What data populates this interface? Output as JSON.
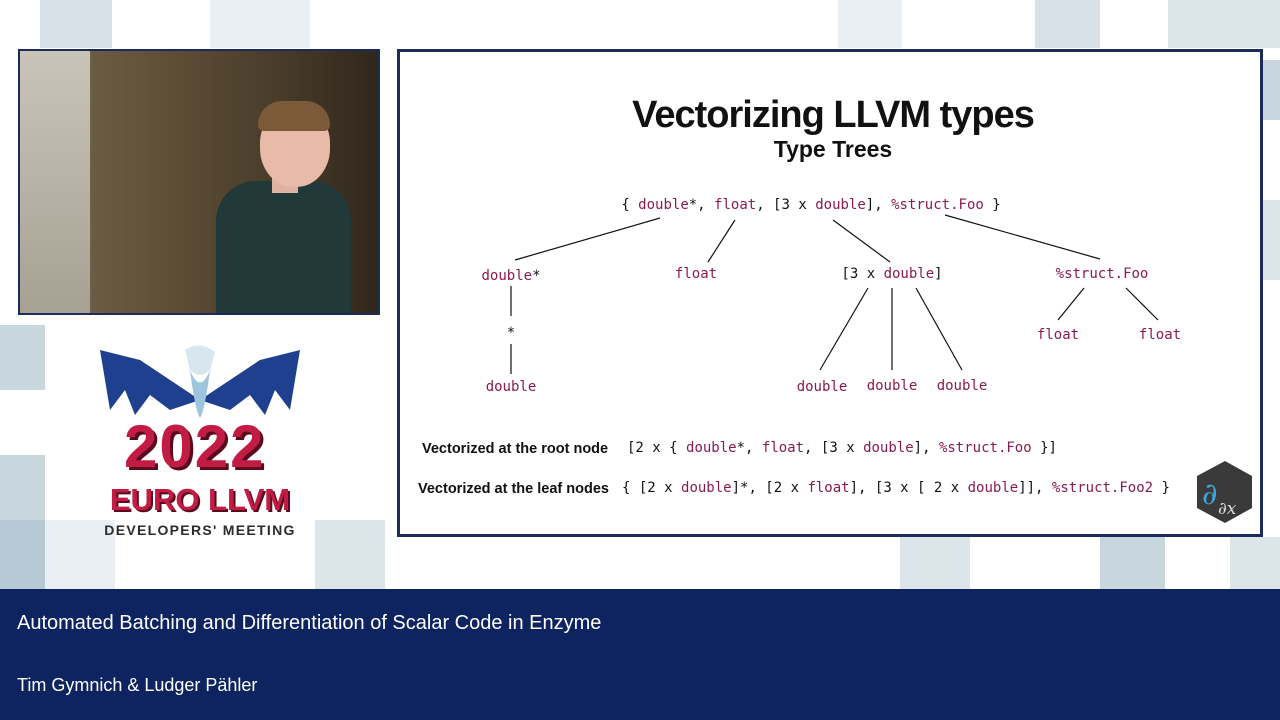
{
  "slide": {
    "title": "Vectorizing LLVM types",
    "subtitle": "Type Trees",
    "root_type": [
      {
        "t": "{ ",
        "c": "pl"
      },
      {
        "t": "double",
        "c": "kw"
      },
      {
        "t": "*, ",
        "c": "pl"
      },
      {
        "t": "float",
        "c": "kw"
      },
      {
        "t": ", [3 x ",
        "c": "pl"
      },
      {
        "t": "double",
        "c": "kw"
      },
      {
        "t": "], ",
        "c": "pl"
      },
      {
        "t": "%struct.Foo",
        "c": "kw"
      },
      {
        "t": " }",
        "c": "pl"
      }
    ],
    "nodes": {
      "ptr": [
        {
          "t": "double",
          "c": "kw"
        },
        {
          "t": "*",
          "c": "pl"
        }
      ],
      "float": [
        {
          "t": "float",
          "c": "kw"
        }
      ],
      "array": [
        {
          "t": "[3 x ",
          "c": "pl"
        },
        {
          "t": "double",
          "c": "kw"
        },
        {
          "t": "]",
          "c": "pl"
        }
      ],
      "struct": [
        {
          "t": "%struct.Foo",
          "c": "kw"
        }
      ],
      "deref": [
        {
          "t": "*",
          "c": "pl"
        }
      ],
      "ptr_leaf": [
        {
          "t": "double",
          "c": "kw"
        }
      ],
      "arr_leaf_1": [
        {
          "t": "double",
          "c": "kw"
        }
      ],
      "arr_leaf_2": [
        {
          "t": "double",
          "c": "kw"
        }
      ],
      "arr_leaf_3": [
        {
          "t": "double",
          "c": "kw"
        }
      ],
      "struct_leaf_1": [
        {
          "t": "float",
          "c": "kw"
        }
      ],
      "struct_leaf_2": [
        {
          "t": "float",
          "c": "kw"
        }
      ]
    },
    "root_vec_label": "Vectorized at the root node",
    "root_vec": [
      {
        "t": "[2 x { ",
        "c": "pl"
      },
      {
        "t": "double",
        "c": "kw"
      },
      {
        "t": "*, ",
        "c": "pl"
      },
      {
        "t": "float",
        "c": "kw"
      },
      {
        "t": ", [3 x ",
        "c": "pl"
      },
      {
        "t": "double",
        "c": "kw"
      },
      {
        "t": "], ",
        "c": "pl"
      },
      {
        "t": "%struct.Foo",
        "c": "kw"
      },
      {
        "t": " }]",
        "c": "pl"
      }
    ],
    "leaf_vec_label": "Vectorized at the leaf nodes",
    "leaf_vec": [
      {
        "t": "{ [2 x ",
        "c": "pl"
      },
      {
        "t": "double",
        "c": "kw"
      },
      {
        "t": "]*, [2 x ",
        "c": "pl"
      },
      {
        "t": "float",
        "c": "kw"
      },
      {
        "t": "], [3 x [ 2 x ",
        "c": "pl"
      },
      {
        "t": "double",
        "c": "kw"
      },
      {
        "t": "]], ",
        "c": "pl"
      },
      {
        "t": "%struct.Foo2",
        "c": "kw"
      },
      {
        "t": " }",
        "c": "pl"
      }
    ],
    "colors": {
      "keyword": "#8a1b4f",
      "text": "#111111",
      "frame": "#1c2c5a"
    },
    "logo_icon": "partial-derivative-hexagon-icon"
  },
  "conference_logo": {
    "year": "2022",
    "name": "EURO LLVM",
    "tagline": "DEVELOPERS' MEETING",
    "icon": "dragon-icon"
  },
  "lower_third": {
    "title": "Automated Batching and Differentiation of Scalar Code in Enzyme",
    "authors": "Tim Gymnich & Ludger Pähler",
    "background": "#0e2461"
  }
}
